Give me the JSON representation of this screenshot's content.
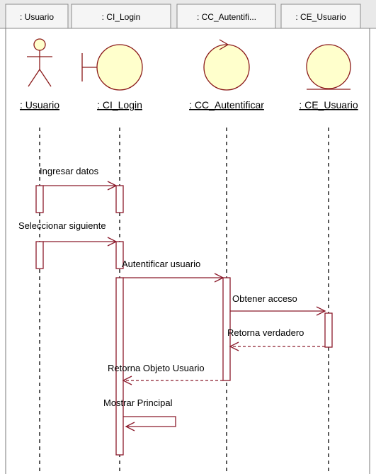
{
  "header": {
    "cells": [
      ": Usuario",
      ": CI_Login",
      ": CC_Autentifi...",
      ": CE_Usuario"
    ]
  },
  "objects": [
    {
      "label": ": Usuario",
      "kind": "actor"
    },
    {
      "label": ": CI_Login",
      "kind": "boundary"
    },
    {
      "label": ": CC_Autentificar",
      "kind": "control"
    },
    {
      "label": ": CE_Usuario",
      "kind": "entity"
    }
  ],
  "messages": [
    {
      "label": "Ingresar datos",
      "from": 0,
      "to": 1,
      "type": "call"
    },
    {
      "label": "Seleccionar siguiente",
      "from": 0,
      "to": 1,
      "type": "call"
    },
    {
      "label": "Autentificar usuario",
      "from": 1,
      "to": 2,
      "type": "call"
    },
    {
      "label": "Obtener acceso",
      "from": 2,
      "to": 3,
      "type": "call"
    },
    {
      "label": "Retorna verdadero",
      "from": 3,
      "to": 2,
      "type": "return"
    },
    {
      "label": "Retorna Objeto Usuario",
      "from": 2,
      "to": 1,
      "type": "return"
    },
    {
      "label": "Mostrar Principal",
      "from": 1,
      "to": 1,
      "type": "self"
    }
  ],
  "colors": {
    "header_bg": "#f0f0f0",
    "border": "#7a7a7a",
    "shape_fill": "#ffffcc",
    "shape_stroke": "#8b1a1a",
    "message": "#8b1a2b",
    "activation_fill": "#ffffff"
  }
}
